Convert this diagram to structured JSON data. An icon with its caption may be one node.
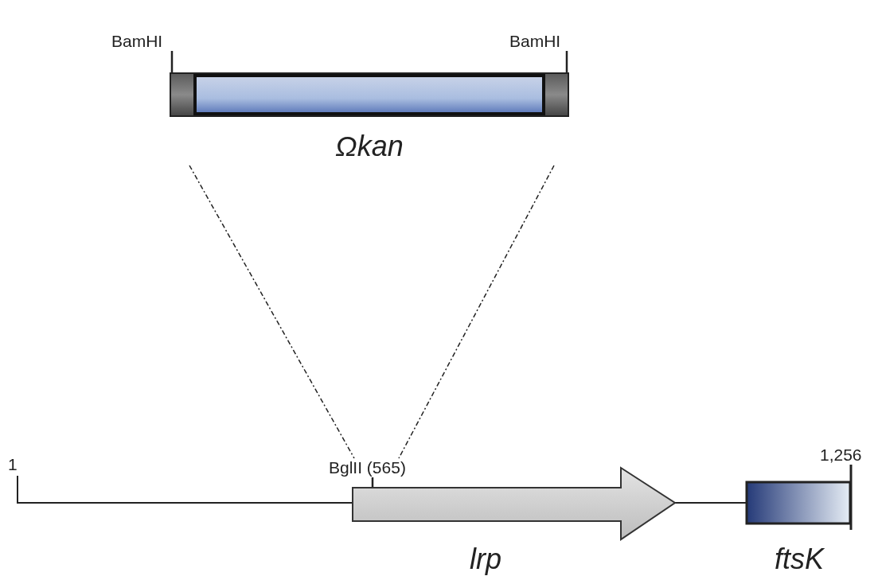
{
  "diagram": {
    "nodes": [
      {
        "text": [
          "Ωkan"
        ]
      },
      {
        "text": [
          "lrp"
        ]
      },
      {
        "text": [
          "ftsK"
        ]
      },
      {
        "text": [
          "BglII (565)"
        ]
      }
    ],
    "edges": [
      {
        "from": 0,
        "to": 3,
        "arrow": "none",
        "style": "dashed"
      },
      {
        "from": 0,
        "to": 3,
        "arrow": "none",
        "style": "dashed"
      },
      {
        "from": 1,
        "to": 2,
        "arrow": "none"
      },
      {
        "from": 3,
        "to": 1,
        "arrow": "none"
      }
    ],
    "labels": [
      "BamHI",
      "BamHI",
      "1",
      "1,256"
    ]
  }
}
